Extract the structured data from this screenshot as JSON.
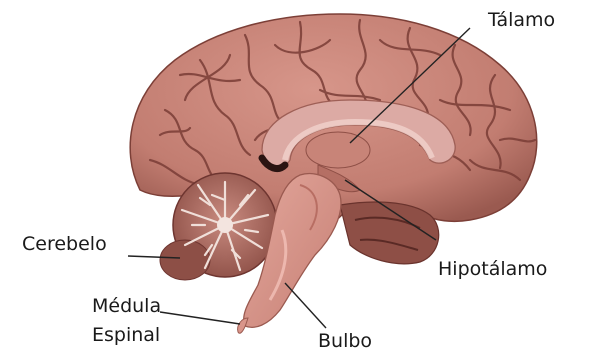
{
  "labels": {
    "talamo": "Tálamo",
    "hipotalamo": "Hipotálamo",
    "cerebelo": "Cerebelo",
    "medula_line1": "Médula",
    "medula_line2": "Espinal",
    "bulbo": "Bulbo"
  },
  "colors": {
    "cortex": "#c98579",
    "cortex_dark": "#8e4f46",
    "sulci": "#7a3d36",
    "corpus_callosum": "#dba8a4",
    "brainstem": "#d9958a",
    "cerebellum": "#b9766b",
    "cerebellum_white": "#eedcd6",
    "shadow": "#3a1e1c",
    "leader_line": "#222222"
  },
  "icons": [
    "brain-sagittal-illustration"
  ]
}
